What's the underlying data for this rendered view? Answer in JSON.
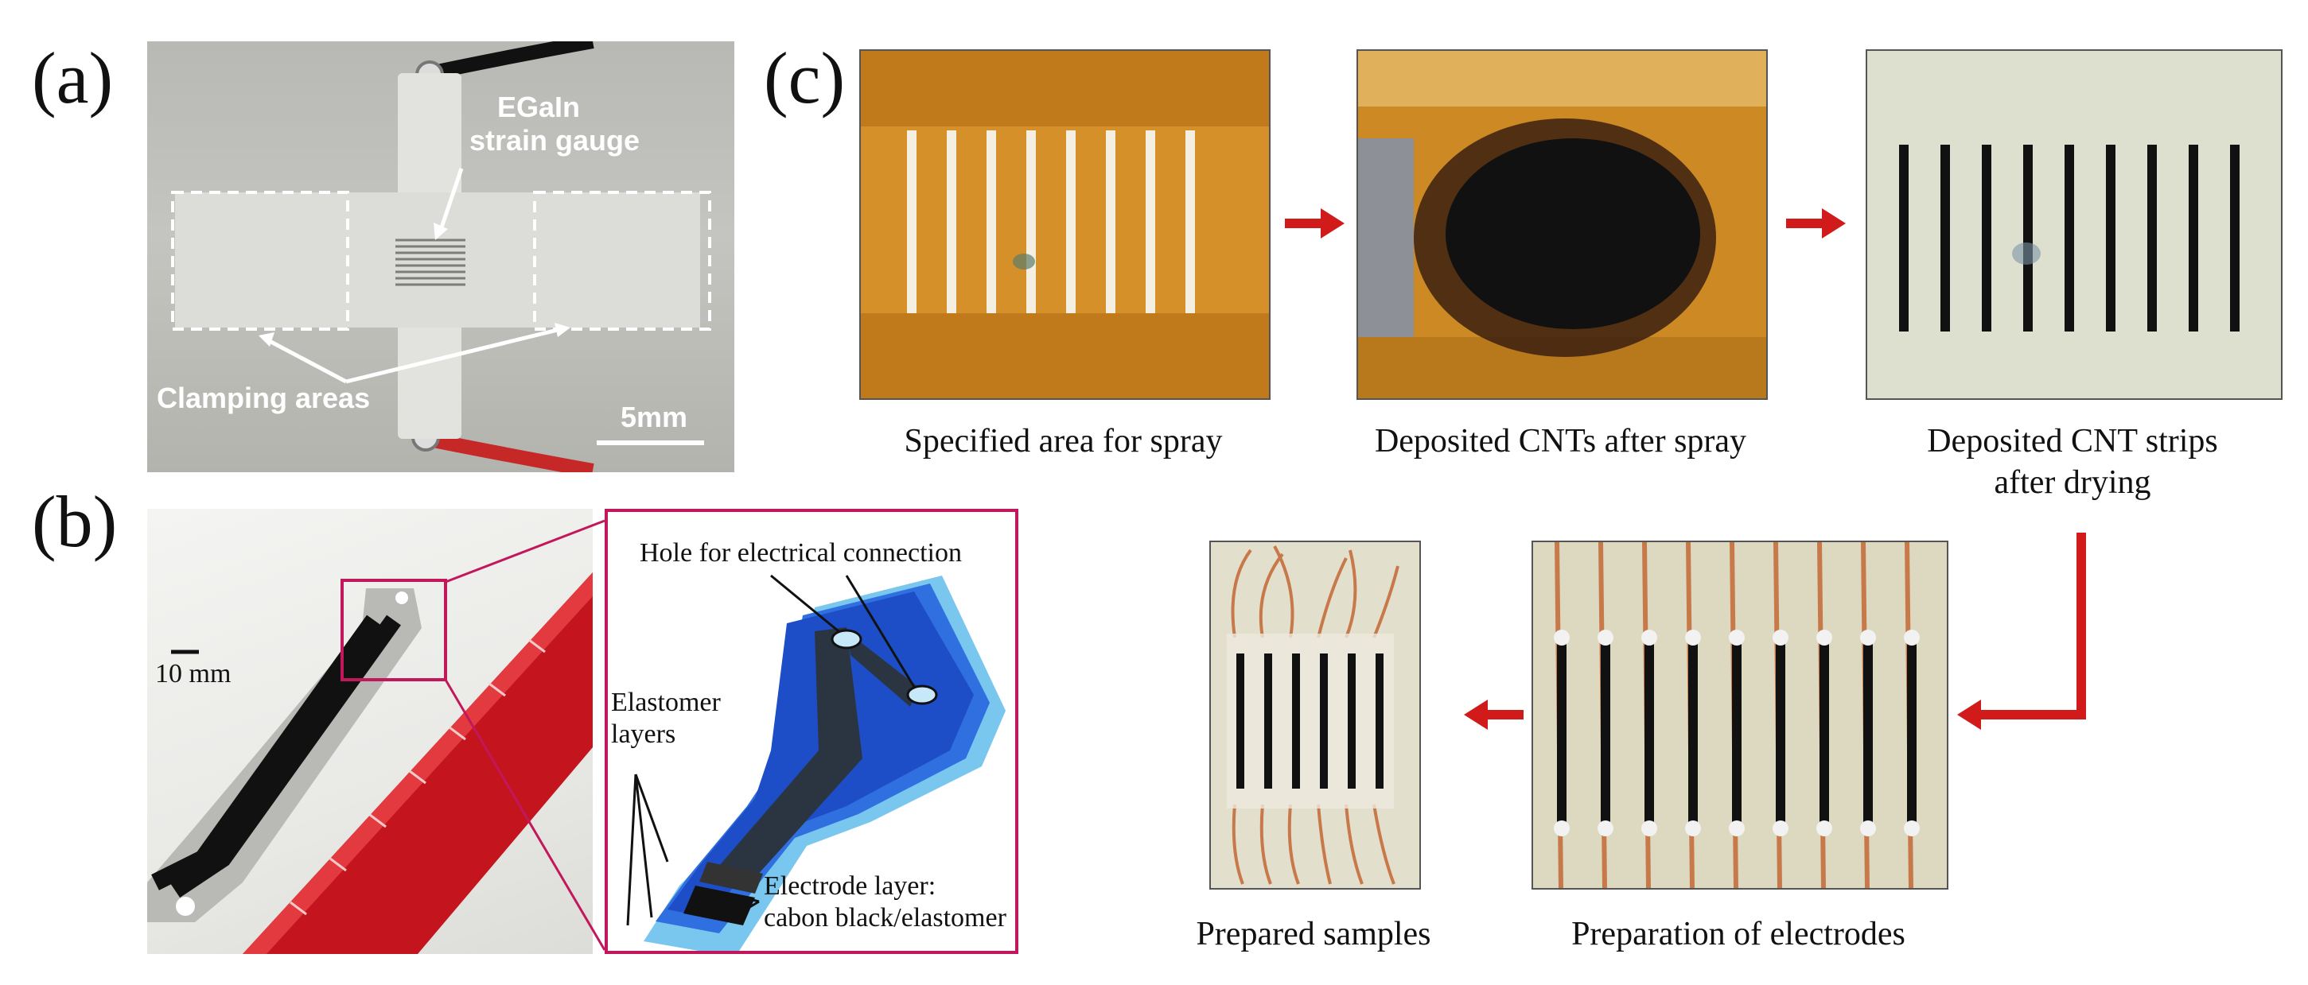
{
  "panel_labels": {
    "a": "(a)",
    "b": "(b)",
    "c": "(c)"
  },
  "panel_a": {
    "label_gauge_line1": "EGaIn",
    "label_gauge_line2": "strain gauge",
    "label_clamping": "Clamping areas",
    "scale_bar": "5mm"
  },
  "panel_b": {
    "scale_bar": "10 mm",
    "label_hole": "Hole for electrical connection",
    "label_elastomer_line1": "Elastomer",
    "label_elastomer_line2": "layers",
    "label_electrode_line1": "Electrode layer:",
    "label_electrode_line2": "cabon black/elastomer"
  },
  "panel_c": {
    "caption_spray_area": "Specified area for spray",
    "caption_deposited": "Deposited CNTs after spray",
    "caption_strips_line1": "Deposited CNT strips",
    "caption_strips_line2": "after drying",
    "caption_electrodes": "Preparation of electrodes",
    "caption_prepared": "Prepared samples"
  },
  "colors": {
    "arrow": "#d11a1a",
    "frame_pink": "#c2185b",
    "kapton": "#d9952a",
    "ruler": "#c4141e",
    "cnt": "#151515",
    "copper": "#c8794a"
  }
}
